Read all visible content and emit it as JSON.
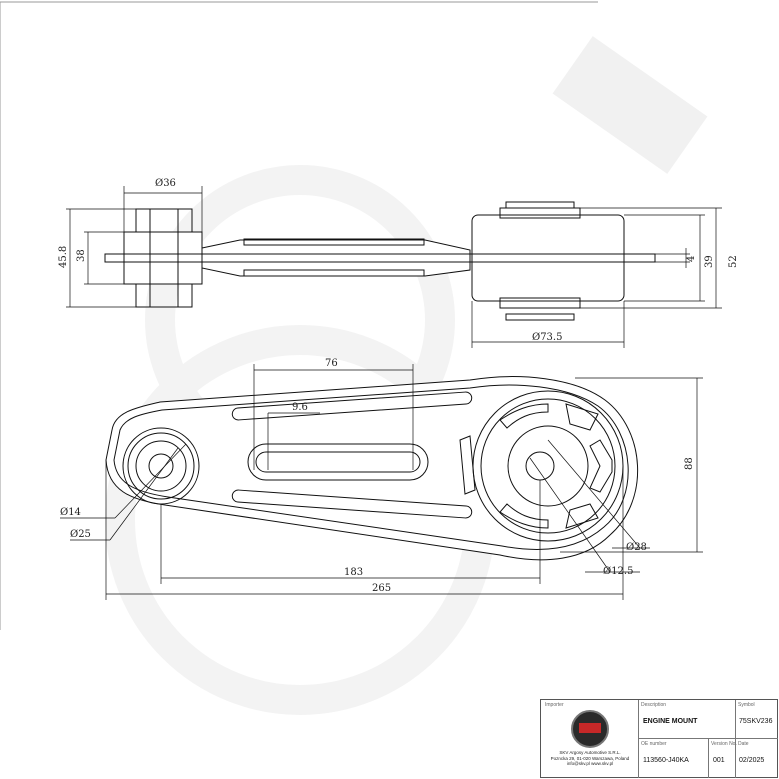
{
  "dimensions": {
    "d36": "Ø36",
    "h45_8": "45.8",
    "h38": "38",
    "t4": "4",
    "h39": "39",
    "h52": "52",
    "d73_5": "Ø73.5",
    "l76": "76",
    "w9_6": "9.6",
    "h88": "88",
    "d14": "Ø14",
    "d25": "Ø25",
    "d28": "Ø28",
    "d12_5": "Ø12.5",
    "l183": "183",
    "l265": "265"
  },
  "title_block": {
    "importer_label": "Importer",
    "description_label": "Description",
    "description": "ENGINE MOUNT",
    "symbol_label": "Symbol",
    "symbol": "75SKV236",
    "oe_label": "OE number",
    "oe_number": "113560-J40KA",
    "version_label": "Version No.",
    "version": "001",
    "date_label": "Date",
    "date": "02/2025",
    "company_lines": [
      "SKV Argosy Automotive S.R.L.",
      "Pozncka 29, 01-020 Warszawa, Poland",
      "info@skv.pl   www.skv.pl"
    ]
  },
  "colors": {
    "line": "#111111",
    "watermark": "#f0f0f0",
    "border": "#555555"
  }
}
